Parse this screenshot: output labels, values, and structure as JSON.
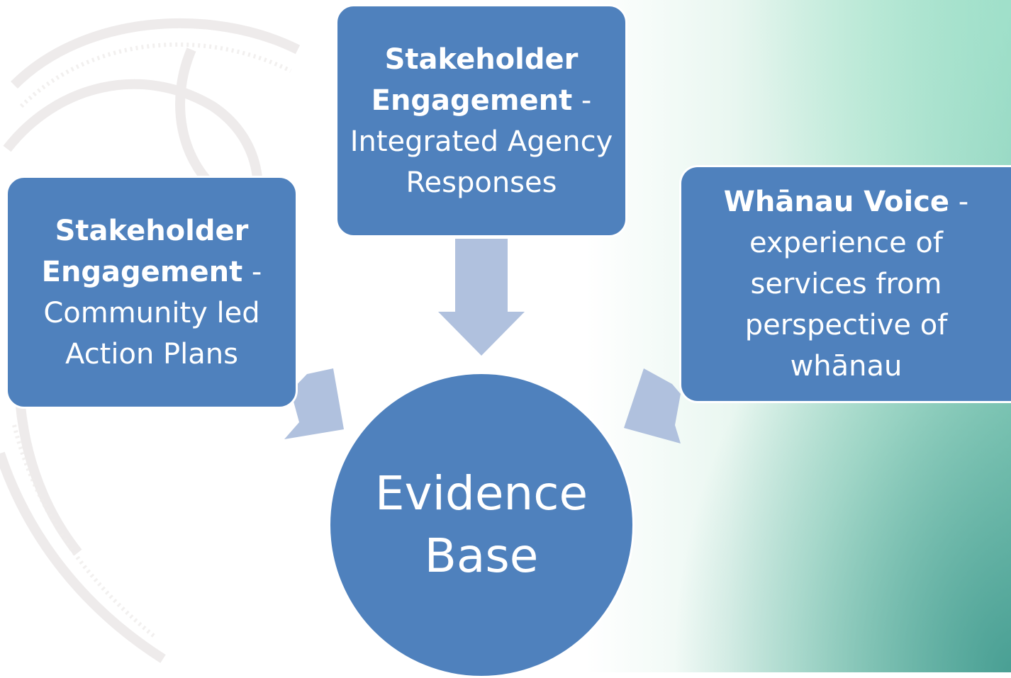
{
  "diagram": {
    "top_box": {
      "bold": "Stakeholder Engagement",
      "sep": " - ",
      "rest": "Integrated Agency Responses"
    },
    "left_box": {
      "bold": "Stakeholder Engagement",
      "sep": " - ",
      "rest": "Community led Action Plans"
    },
    "right_box": {
      "bold": "Whānau Voice",
      "sep": " - ",
      "rest": "experience of services from perspective of whānau"
    },
    "center": {
      "line1": "Evidence",
      "line2": "Base"
    },
    "colors": {
      "box_fill": "#4f81bd",
      "arrow_fill": "#b0c1de",
      "text": "#ffffff"
    }
  }
}
